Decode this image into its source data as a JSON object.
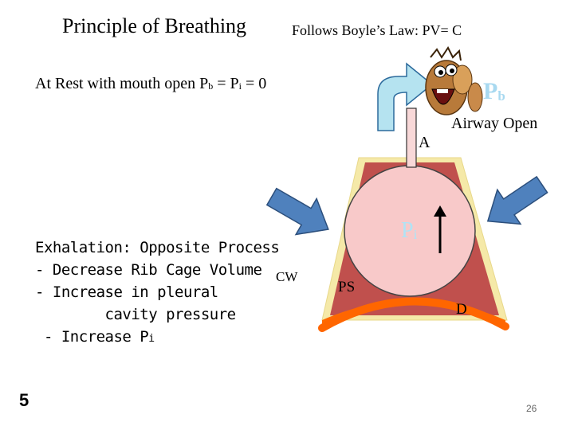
{
  "title": "Principle of Breathing",
  "boyle": "Follows Boyle’s Law: PV= C",
  "rest": {
    "prefix": "At Rest with mouth open P",
    "sub_b": "b",
    "mid": " = P",
    "sub_i": "i",
    "suffix": " = 0"
  },
  "exhalation": {
    "heading": "Exhalation: Opposite Process",
    "line1": "- Decrease Rib Cage Volume",
    "line2": "- Increase in pleural",
    "line3": "        cavity pressure",
    "line4": " - Increase P",
    "line4_sub": "i"
  },
  "labels": {
    "cw": "CW",
    "airway_open": "Airway Open",
    "a": "A",
    "pb": "P",
    "pb_sub": "b",
    "pi": "P",
    "pi_sub": "i",
    "ps": "PS",
    "d": "D"
  },
  "slide_number": "5",
  "page_number": "26",
  "colors": {
    "chest_fill": "#c0504d",
    "chest_border": "#f5e9a8",
    "lung_fill": "#f8c9c9",
    "diaphragm": "#ff6600",
    "arrow_fill": "#4f81bd",
    "curved_arrow_fill": "#b5e3f0"
  },
  "icons": [
    "cartoon-face-icon"
  ]
}
